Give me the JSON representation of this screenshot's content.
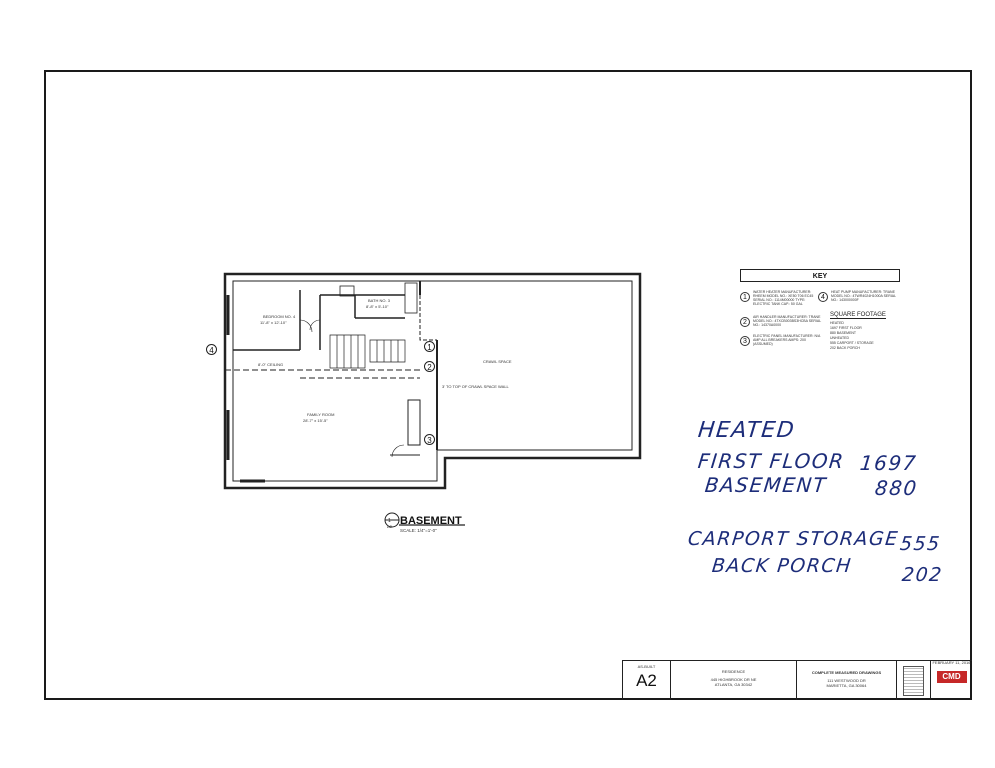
{
  "plan": {
    "title": "BASEMENT",
    "scale": "SCALE: 1/4\"=1'-0\"",
    "callout_number": "1",
    "callout_sheet": "A2",
    "rooms": {
      "crawl_space": "CRAWL SPACE",
      "bedroom": "BEDROOM NO. 4",
      "bedroom_dims": "11'-8\" x 12'-10\"",
      "bath": "BATH NO. 3",
      "bath_dims": "8'-8\" x 5'-10\"",
      "family_room": "FAMILY ROOM",
      "family_dims": "28'-7\" x 15'-5\""
    },
    "markers": [
      "4",
      "1",
      "2",
      "3"
    ],
    "notes": {
      "crawl_wall": "3' TO TOP OF CRAWL SPACE WALL",
      "ceiling": "8'-0\" CEILING"
    }
  },
  "key": {
    "title": "KEY",
    "items": [
      {
        "num": "1",
        "text": "WATER HEATER MANUFACTURER: RHEEM MODEL NO.: XE50 T06 EC45 SERIAL NO.: 1114M00000 TYPE: ELECTRIC TANK CAP.: 50 GAL"
      },
      {
        "num": "2",
        "text": "AIR HANDLER MANUFACTURER: TRANE MODEL NO.: 4TXCB003BS3HCBA SERIAL NO.: 14370A0000"
      },
      {
        "num": "3",
        "text": "ELECTRIC PANEL MANUFACTURER: N/A AMP ALL BREAKERS AMPS: 200 (ASSUMED)"
      },
      {
        "num": "4",
        "text": "HEAT PUMP MANUFACTURER: TRANE MODEL NO.: 4TWR4024H1000A SERIAL NO.: 143000000F"
      }
    ],
    "sqft_title": "SQUARE FOOTAGE",
    "sqft_lines": [
      "HEATED",
      "1697   FIRST FLOOR",
      "880   BASEMENT",
      "UNHEATED",
      "555   CARPORT / STORAGE",
      "202   BACK PORCH"
    ]
  },
  "handwritten": {
    "heated": "HEATED",
    "first_floor_label": "FIRST FLOOR",
    "first_floor_value": "1697",
    "basement_label": "BASEMENT",
    "basement_value": "880",
    "carport_label": "CARPORT STORAGE",
    "carport_value": "555",
    "porch_label": "BACK PORCH",
    "porch_value": "202"
  },
  "title_block": {
    "status": "AS-BUILT",
    "sheet": "A2",
    "project_label": "RESIDENCE",
    "address_line1": "445 HIGHBROOK DR NE",
    "address_line2": "ATLANTA, GA 30342",
    "firm": "COMPLETE MEASURED DRAWINGS",
    "firm_line1": "111 WESTWOOD DR",
    "firm_line2": "MARIETTA, GA 30064",
    "date": "FEBRUARY 11, 2016",
    "logo_text": "CMD"
  }
}
